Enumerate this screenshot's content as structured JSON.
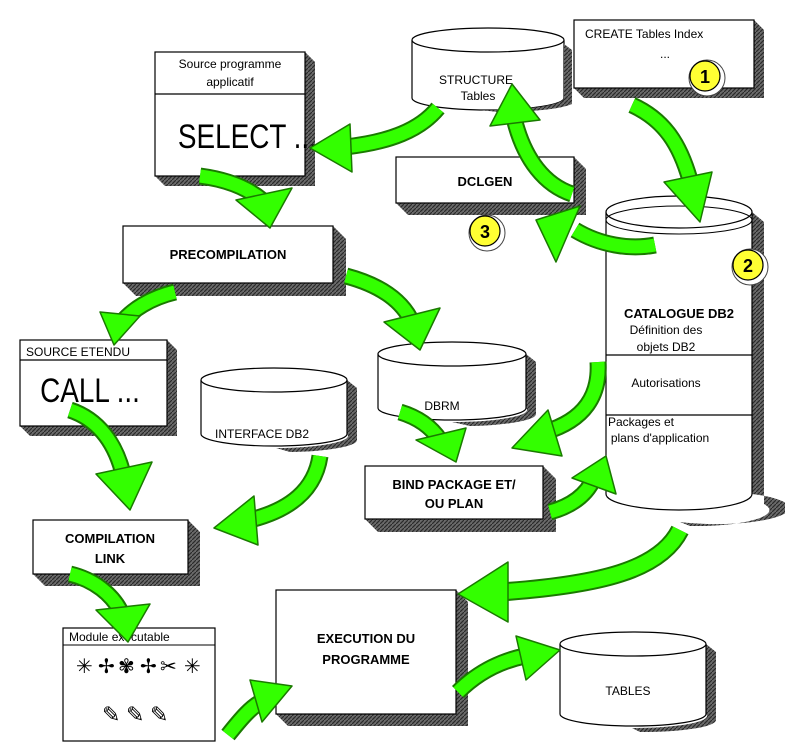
{
  "create_box": {
    "line1": "CREATE Tables Index",
    "line2": "..."
  },
  "structure_db": {
    "line1": "STRUCTURE",
    "line2": "Tables"
  },
  "source_box": {
    "header1": "Source programme",
    "header2": "applicatif",
    "code": "SELECT ..."
  },
  "dclgen": {
    "label": "DCLGEN"
  },
  "precompilation": {
    "label": "PRECOMPILATION"
  },
  "catalogue": {
    "title": "CATALOGUE DB2",
    "section1_line1": "Définition des",
    "section1_line2": "objets DB2",
    "section2": "Autorisations",
    "section3_line1": "Packages et",
    "section3_line2": "plans d'application"
  },
  "source_etendu": {
    "header": "SOURCE ETENDU",
    "code": "CALL ..."
  },
  "interface_db2": {
    "label": "INTERFACE DB2"
  },
  "dbrm": {
    "label": "DBRM"
  },
  "bind": {
    "line1": "BIND PACKAGE ET/",
    "line2": "OU PLAN"
  },
  "compilation": {
    "line1": "COMPILATION",
    "line2": "LINK"
  },
  "module": {
    "header": "Module exécutable"
  },
  "execution": {
    "line1": "EXECUTION DU",
    "line2": "PROGRAMME"
  },
  "tables_db": {
    "label": "TABLES"
  },
  "markers": [
    "1",
    "2",
    "3"
  ]
}
